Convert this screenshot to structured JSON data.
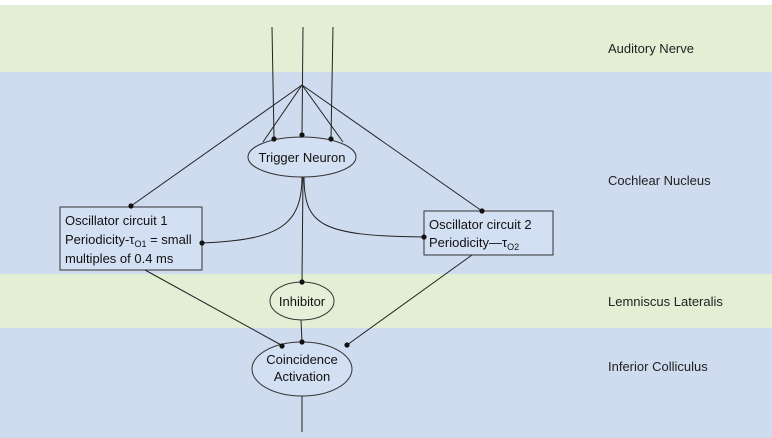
{
  "colors": {
    "green_band": "#e3efd5",
    "blue_band": "#cfdbef",
    "node_fill_blue": "#d3dff2",
    "node_fill_green": "#e6f0d8",
    "line": "#222222"
  },
  "bands": [
    {
      "label": "Auditory Nerve"
    },
    {
      "label": "Cochlear Nucleus"
    },
    {
      "label": "Lemniscus Lateralis"
    },
    {
      "label": "Inferior Colliculus"
    }
  ],
  "nodes": {
    "trigger": {
      "label": "Trigger Neuron"
    },
    "osc1": {
      "line1": "Oscillator circuit 1",
      "line2_prefix": "Periodicity-τ",
      "line2_sub": "O1",
      "line2_suffix": " = small",
      "line3": "multiples of 0.4 ms"
    },
    "osc2": {
      "line1": "Oscillator circuit 2",
      "line2_prefix": "Periodicity—τ",
      "line2_sub": "O2"
    },
    "inhibitor": {
      "label": "Inhibitor"
    },
    "coincidence": {
      "line1": "Coincidence",
      "line2": "Activation"
    }
  }
}
